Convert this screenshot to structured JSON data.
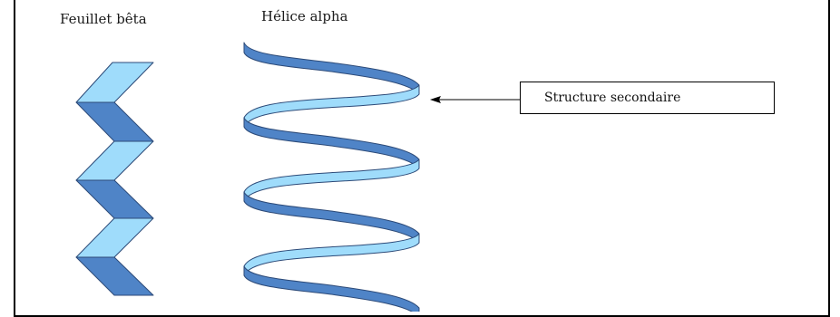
{
  "diagram": {
    "beta_title": "Feuillet bêta",
    "alpha_title": "Hélice alpha",
    "label": "Structure secondaire"
  },
  "colors": {
    "light_blue": "#9fdcfb",
    "dark_blue": "#4f84c7",
    "stroke": "#2c4a78",
    "arrow": "#000000",
    "border": "#000000"
  }
}
